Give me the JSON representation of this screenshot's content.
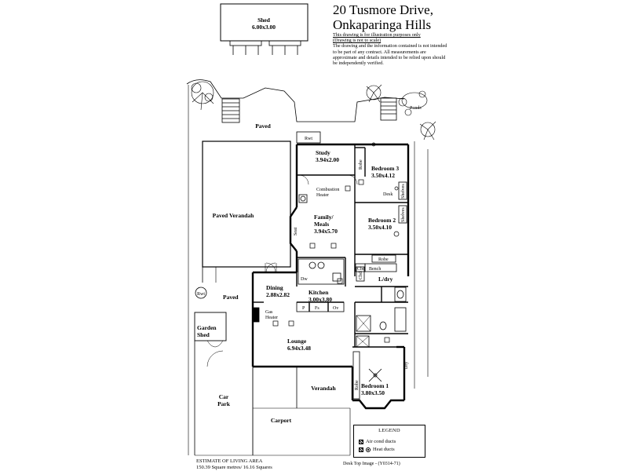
{
  "address": {
    "line1": "20 Tusmore Drive,",
    "line2": "Onkaparinga Hills"
  },
  "disclaimer": {
    "line1": "This drawing is for illustration purposes only",
    "line2": "(Drawing is not to scale)",
    "body": "The drawing and the information contained is not intended to be part of any contract.  All measurements are approximate and details intended to be relied upon should be independently verified."
  },
  "rooms": {
    "shed": {
      "name": "Shed",
      "size": "6.00x3.00"
    },
    "study": {
      "name": "Study",
      "size": "3.94x2.00"
    },
    "bedroom3": {
      "name": "Bedroom 3",
      "size": "3.50x4.12"
    },
    "family": {
      "name1": "Family/",
      "name2": "Meals",
      "size": "3.94x5.70"
    },
    "bedroom2": {
      "name": "Bedroom 2",
      "size": "3.50x4.10"
    },
    "dining": {
      "name": "Dining",
      "size": "2.88x2.82"
    },
    "kitchen": {
      "name": "Kitchen",
      "size": "3.00x3.80"
    },
    "lounge": {
      "name": "Lounge",
      "size": "6.94x3.48"
    },
    "bedroom1": {
      "name": "Bedroom 1",
      "size": "3.80x3.50"
    },
    "paved_verandah": "Paved Verandah",
    "paved_top": "Paved",
    "paved_left": "Paved",
    "garden_shed1": "Garden",
    "garden_shed2": "Shed",
    "car_park1": "Car",
    "car_park2": "Park",
    "carport": "Carport",
    "verandah": "Verandah",
    "ldry": "L/dry"
  },
  "labels": {
    "rwt_top": "Rwt",
    "rwt_left": "Rwt",
    "robe_study": "Robe",
    "robe_bed2": "Robe",
    "robe_bed1": "Robe",
    "desk": "Desk",
    "shelves1": "Shelves",
    "shelves2": "Shelves",
    "combustion1": "Combustion",
    "combustion2": "Heater",
    "seat": "Seat",
    "dw": "Dw",
    "cbd": "Cbd",
    "cbd2": "Cbd",
    "bench": "Bench",
    "p": "P",
    "fs": "Fs",
    "ov": "Ov",
    "gas1": "Gas",
    "gas2": "Heater",
    "ponds": "Ponds",
    "dry": "Dry"
  },
  "legend": {
    "title": "LEGEND",
    "item1": "Air cond ducts",
    "item2": "Heat ducts"
  },
  "estimate": {
    "line1": "ESTIMATE OF LIVING AREA",
    "line2": "150.39 Square metres/  16.16 Squares"
  },
  "image_ref": "Desk Top Image - (Y0314-71)"
}
